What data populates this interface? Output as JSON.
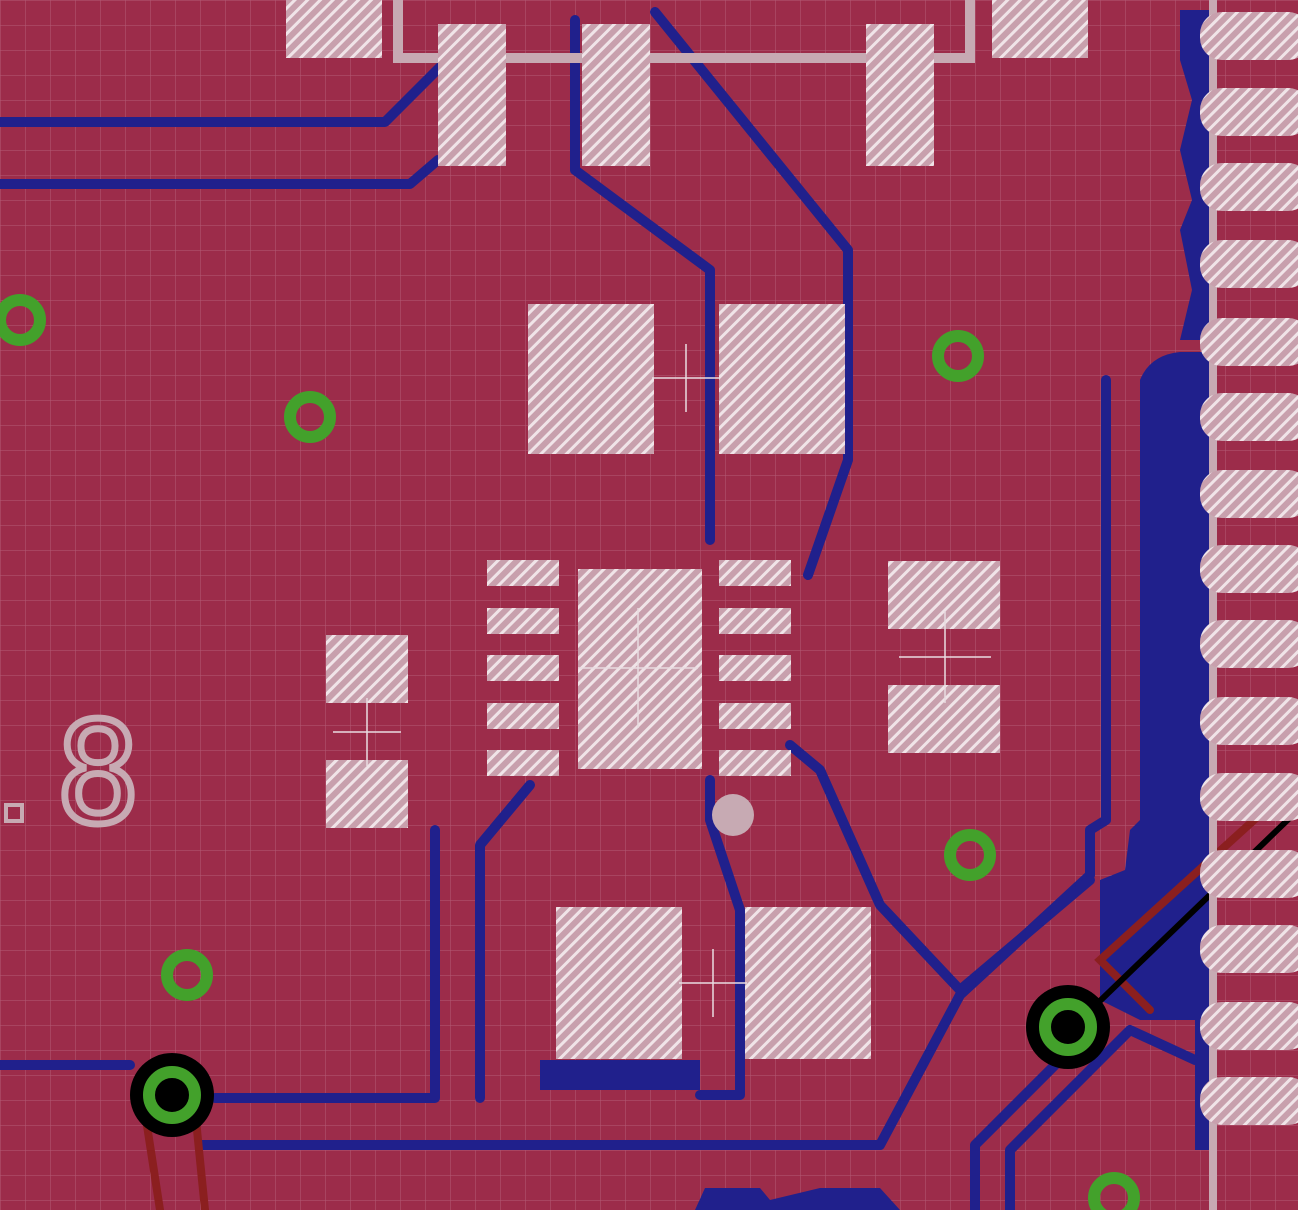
{
  "editor": {
    "view": "board-layout",
    "silkscreen_text": "8"
  },
  "colors": {
    "background": "#9c2c4a",
    "grid": "#b35b76",
    "copper_bottom": "#20208c",
    "pad_fill": "#c8a0ad",
    "pad_hatch": "#f0e4e8",
    "silkscreen": "#c7aab3",
    "via_ring": "#43a12b",
    "origin_cross": "#e9dce1",
    "top_trace": "#8b1f1f",
    "outline": "#000000"
  },
  "grid": {
    "visible": true
  },
  "layers": [
    {
      "name": "bottom-copper",
      "visible": true
    },
    {
      "name": "top-copper",
      "visible": true
    },
    {
      "name": "pads",
      "visible": true
    },
    {
      "name": "vias",
      "visible": true
    },
    {
      "name": "silkscreen",
      "visible": true
    }
  ]
}
